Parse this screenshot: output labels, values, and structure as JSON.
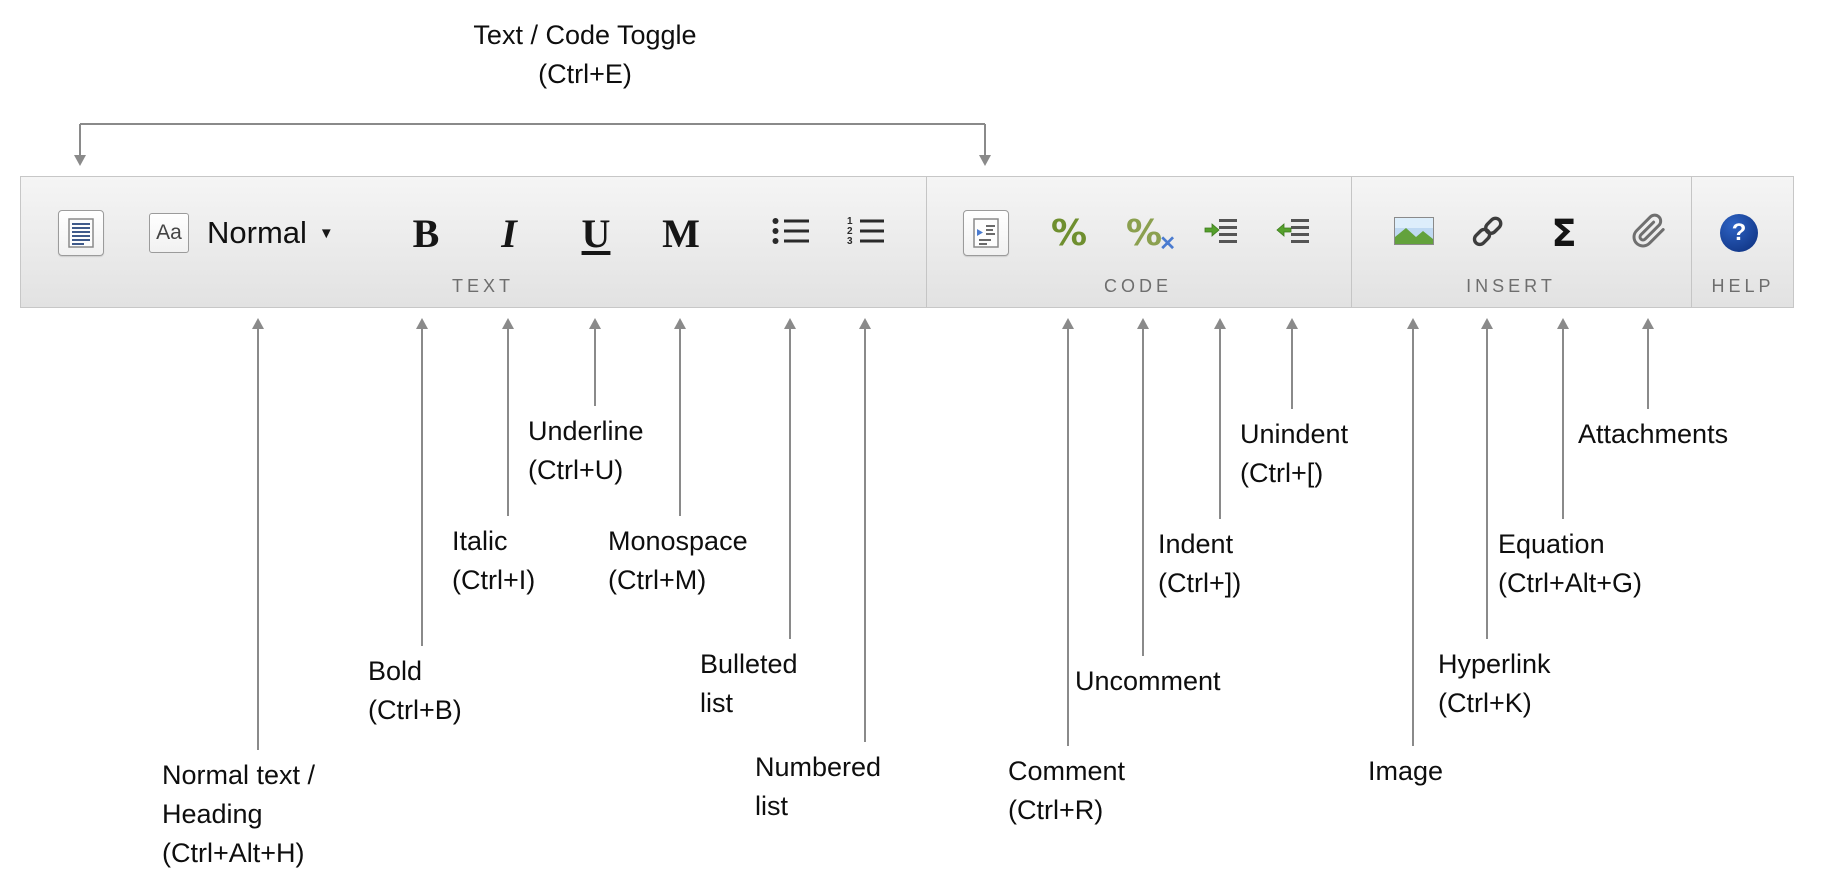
{
  "colors": {
    "toolbar_bg": "#ececec",
    "toolbar_border": "#c7c7c7",
    "connector_gray": "#8a8a8a",
    "comment_green": "#6f8f2f",
    "uncomment_x_blue": "#4a7bd0",
    "indent_arrow_green": "#55a02c",
    "help_circle_blue": "#0b2d7a",
    "image_sky_blue": "#bfd9f2",
    "image_ground_green": "#63a23c"
  },
  "toolbar": {
    "style_dropdown": {
      "aa": "Aa",
      "value": "Normal",
      "caret": "▼"
    },
    "buttons": {
      "bold": "B",
      "italic": "I",
      "underline": "U",
      "monospace": "M",
      "comment": "%",
      "uncomment": "%",
      "uncomment_x": "✕",
      "equation": "Σ",
      "help": "?"
    },
    "numbered_list_digits": [
      "1",
      "2",
      "3"
    ],
    "sections": {
      "text": "TEXT",
      "code": "CODE",
      "insert": "INSERT",
      "help": "HELP"
    }
  },
  "annotations": {
    "text_code_toggle": {
      "line1": "Text / Code Toggle",
      "line2": "(Ctrl+E)"
    },
    "normal_heading": {
      "line1": "Normal text /",
      "line2": "Heading",
      "line3": "(Ctrl+Alt+H)"
    },
    "bold": {
      "line1": "Bold",
      "line2": "(Ctrl+B)"
    },
    "italic": {
      "line1": "Italic",
      "line2": "(Ctrl+I)"
    },
    "underline": {
      "line1": "Underline",
      "line2": "(Ctrl+U)"
    },
    "monospace": {
      "line1": "Monospace",
      "line2": "(Ctrl+M)"
    },
    "bulleted_list": {
      "line1": "Bulleted",
      "line2": "list"
    },
    "numbered_list": {
      "line1": "Numbered",
      "line2": "list"
    },
    "comment": {
      "line1": "Comment",
      "line2": "(Ctrl+R)"
    },
    "uncomment": {
      "line1": "Uncomment"
    },
    "indent": {
      "line1": "Indent",
      "line2": "(Ctrl+])"
    },
    "unindent": {
      "line1": "Unindent",
      "line2": "(Ctrl+[)"
    },
    "image": {
      "line1": "Image"
    },
    "hyperlink": {
      "line1": "Hyperlink",
      "line2": "(Ctrl+K)"
    },
    "equation": {
      "line1": "Equation",
      "line2": "(Ctrl+Alt+G)"
    },
    "attachments": {
      "line1": "Attachments"
    }
  }
}
